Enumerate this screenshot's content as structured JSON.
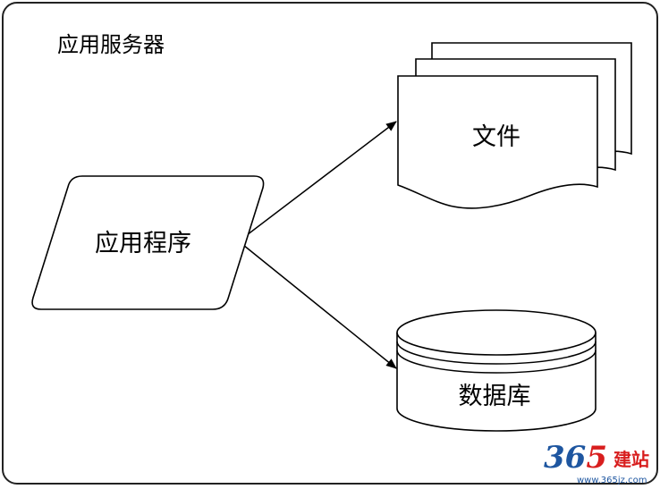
{
  "container": {
    "title": "应用服务器"
  },
  "nodes": {
    "app": {
      "label": "应用程序"
    },
    "files": {
      "label": "文件"
    },
    "database": {
      "label": "数据库"
    }
  },
  "watermark": {
    "digits_a": "36",
    "digits_b": "5",
    "chinese": "建站",
    "url": "www.365jz.com"
  },
  "colors": {
    "watermark_blue": "#1e56a0",
    "watermark_red": "#d81e1e"
  }
}
